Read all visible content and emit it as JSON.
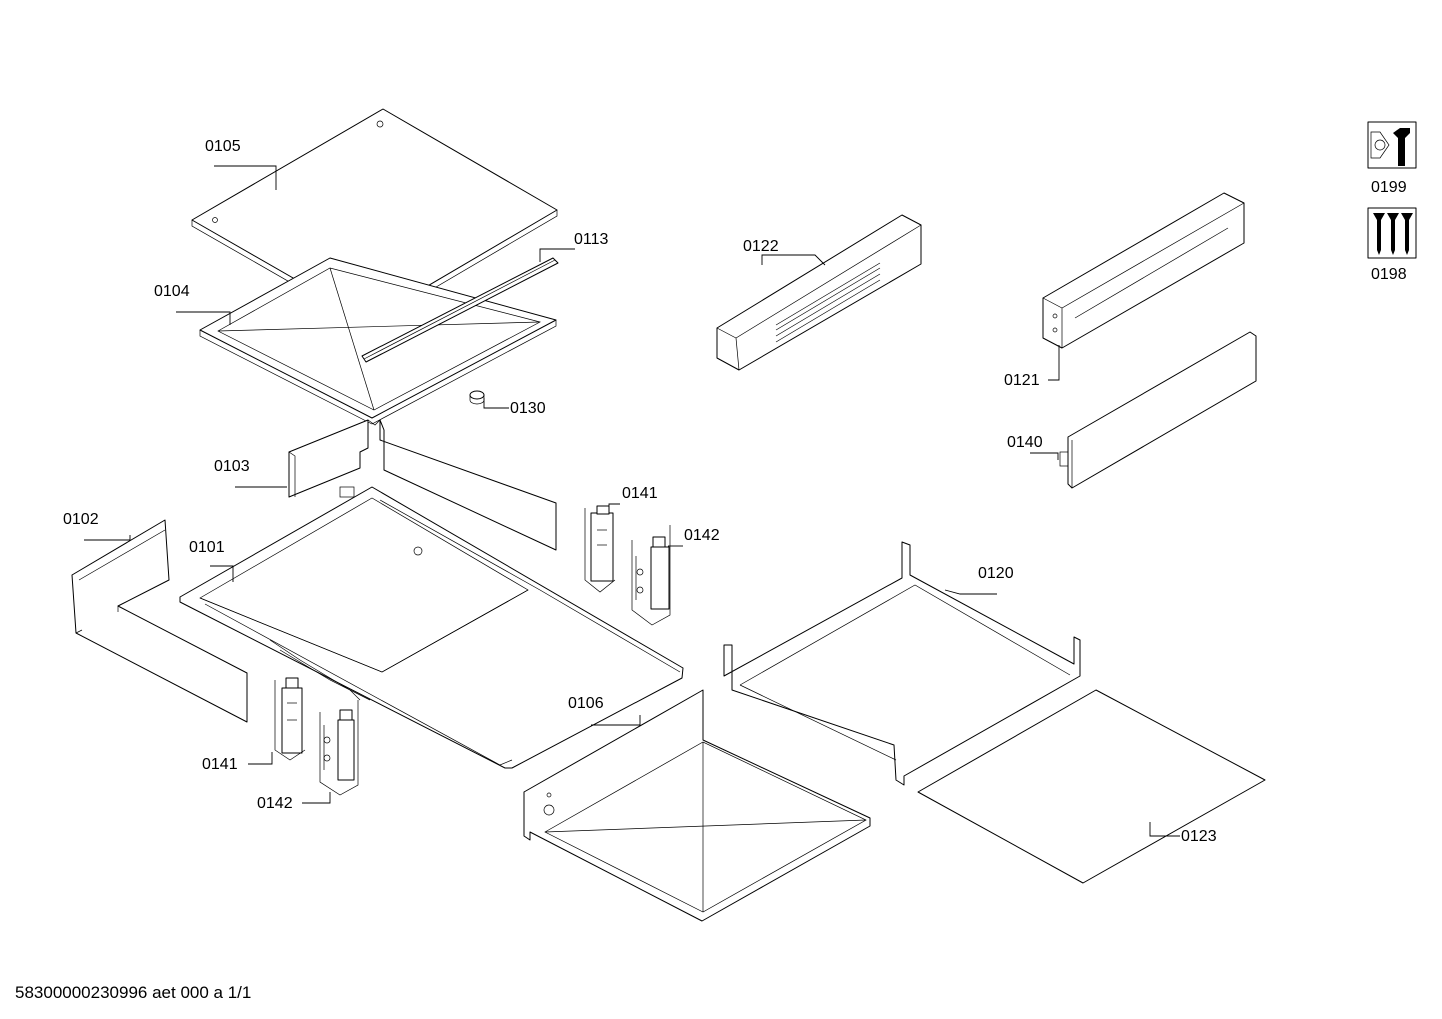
{
  "footer": {
    "document_id": "58300000230996 aet 000 a 1/1"
  },
  "labels": {
    "p0105": "0105",
    "p0113": "0113",
    "p0104": "0104",
    "p0130": "0130",
    "p0103": "0103",
    "p0102": "0102",
    "p0101": "0101",
    "p0141a": "0141",
    "p0142a": "0142",
    "p0141b": "0141",
    "p0142b": "0142",
    "p0106": "0106",
    "p0122": "0122",
    "p0121": "0121",
    "p0140": "0140",
    "p0120": "0120",
    "p0123": "0123",
    "p0199": "0199",
    "p0198": "0198"
  },
  "icons": {
    "service_kit": "wrench-nut-icon",
    "screw_set": "screws-icon"
  }
}
